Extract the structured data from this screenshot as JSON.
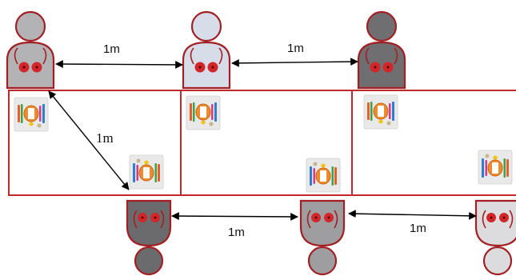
{
  "distance_labels": {
    "top_left": "1m",
    "top_right": "1m",
    "diagonal": "1m",
    "bottom_left": "1m",
    "bottom_right": "1m"
  },
  "people": [
    {
      "name": "person-top-1",
      "shade": "medium-grey",
      "facing": "down"
    },
    {
      "name": "person-top-2",
      "shade": "light-blue",
      "facing": "down"
    },
    {
      "name": "person-top-3",
      "shade": "dark-grey",
      "facing": "down"
    },
    {
      "name": "person-bottom-1",
      "shade": "dark-grey",
      "facing": "up"
    },
    {
      "name": "person-bottom-2",
      "shade": "medium-grey",
      "facing": "up"
    },
    {
      "name": "person-bottom-3",
      "shade": "light-grey",
      "facing": "up"
    }
  ],
  "colors": {
    "table_border": "#c0282d",
    "person_outline": "#a31f24",
    "hand": "#d3262a",
    "hand_dot": "#5a0a0a"
  }
}
